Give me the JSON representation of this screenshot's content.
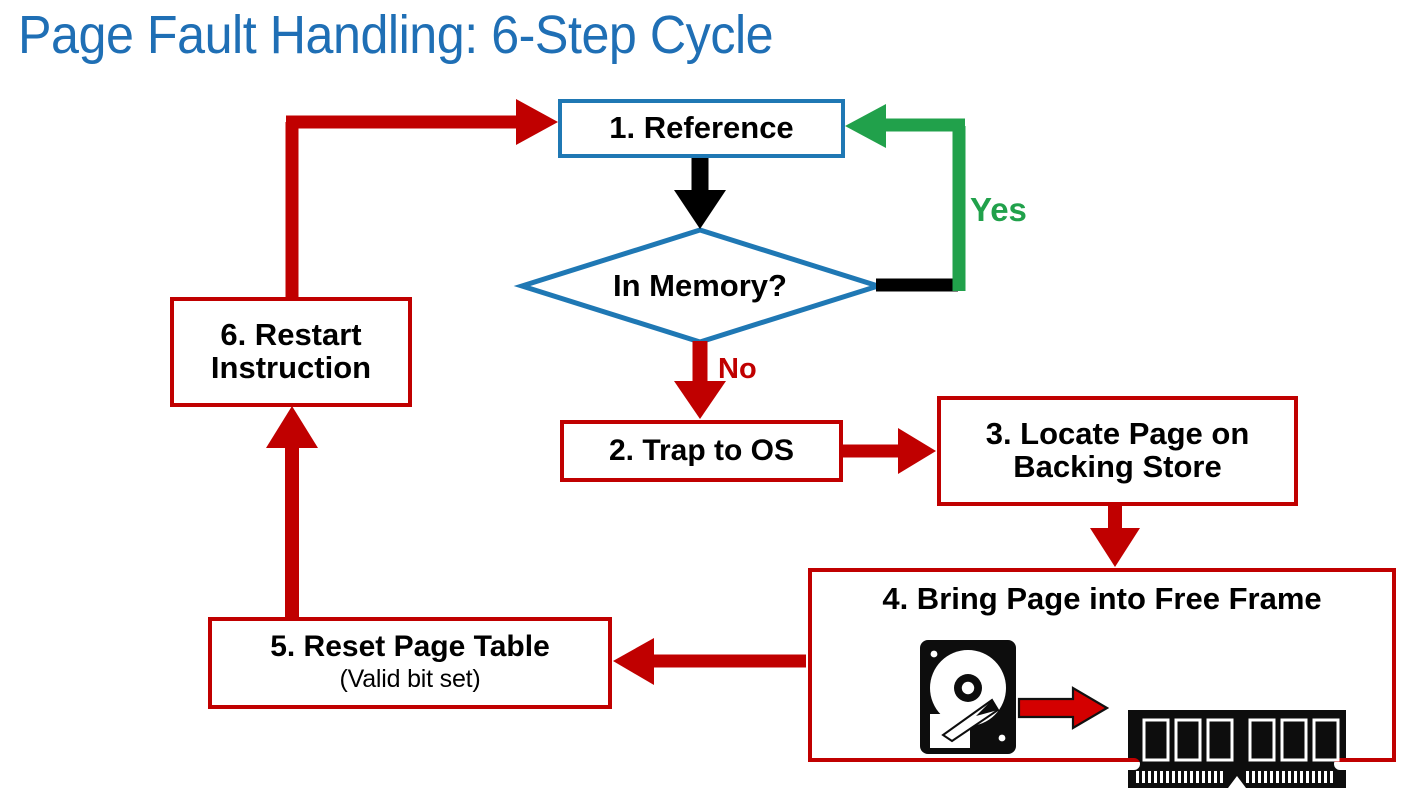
{
  "title": "Page Fault Handling: 6-Step Cycle",
  "colors": {
    "title_blue": "#1f6fb5",
    "node_blue": "#1f78b4",
    "node_red": "#C00000",
    "yes_green": "#21a14b",
    "no_red": "#C00000",
    "black": "#000000",
    "background": "#ffffff"
  },
  "nodes": {
    "n1": {
      "label": "1. Reference",
      "shape": "rectangle",
      "border": "blue"
    },
    "decision": {
      "label": "In Memory?",
      "shape": "diamond",
      "border": "blue"
    },
    "n2": {
      "label": "2. Trap to OS",
      "shape": "rectangle",
      "border": "red"
    },
    "n3": {
      "line1": "3. Locate Page on",
      "line2": "Backing Store",
      "shape": "rectangle",
      "border": "red"
    },
    "n4": {
      "label": "4. Bring Page into Free Frame",
      "shape": "rectangle",
      "border": "red"
    },
    "n5": {
      "line1": "5. Reset Page Table",
      "line2": "(Valid bit set)",
      "shape": "rectangle",
      "border": "red"
    },
    "n6": {
      "line1": "6. Restart",
      "line2": "Instruction",
      "shape": "rectangle",
      "border": "red"
    }
  },
  "edges": {
    "yes_label": "Yes",
    "no_label": "No"
  },
  "icons": {
    "disk": "hard-disk-icon",
    "transfer": "red-arrow-icon",
    "ram": "ram-module-icon"
  }
}
